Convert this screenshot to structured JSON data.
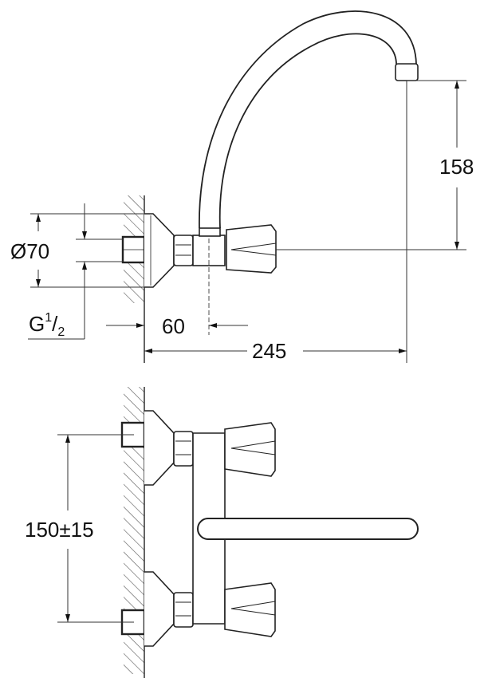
{
  "diagram": {
    "subject": "Wall-mounted two-handle kitchen faucet dimension drawing",
    "units": "mm",
    "colors": {
      "line": "#222222",
      "background": "#ffffff",
      "hatch": "#444444"
    },
    "views": {
      "side": {
        "dimensions": {
          "flange_diameter": "Ø70",
          "thread": {
            "prefix": "G",
            "numerator": "1",
            "slash": "/",
            "denominator": "2"
          },
          "wall_to_spout_axis": "60",
          "wall_to_outlet": "245",
          "outlet_height": "158"
        }
      },
      "front": {
        "dimensions": {
          "inlet_center_distance": "150±15"
        }
      }
    }
  }
}
